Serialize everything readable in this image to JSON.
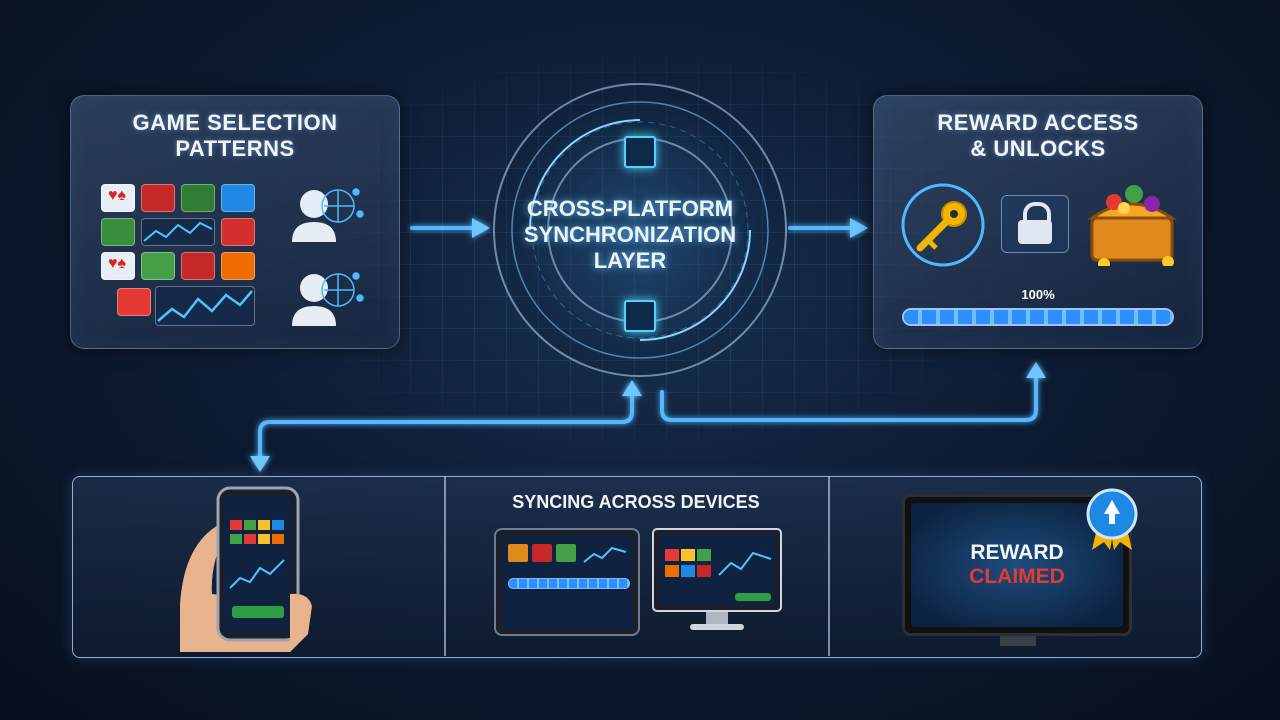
{
  "left_panel": {
    "title_line1": "GAME SELECTION",
    "title_line2": "PATTERNS",
    "icons": [
      "playing-cards-icon",
      "slot-machine-icon",
      "race-car-icon",
      "line-chart-icon",
      "user-brain-icon"
    ]
  },
  "hub": {
    "line1": "CROSS-PLATFORM",
    "line2": "SYNCHRONIZATION",
    "line3": "LAYER"
  },
  "right_panel": {
    "title_line1": "REWARD ACCESS",
    "title_line2": "& UNLOCKS",
    "progress_label": "100%",
    "progress_value": 100,
    "icons": [
      "key-icon",
      "padlock-icon",
      "treasure-chest-icon"
    ]
  },
  "bottom": {
    "sync_title": "SYNCING ACROSS DEVICES",
    "reward_line1": "REWARD",
    "reward_line2": "CLAIMED"
  },
  "colors": {
    "accent_blue": "#3fa9ff",
    "reward_red": "#e53935",
    "progress_blue": "#2f8fff",
    "chip_cyan": "#4fd3ff"
  }
}
